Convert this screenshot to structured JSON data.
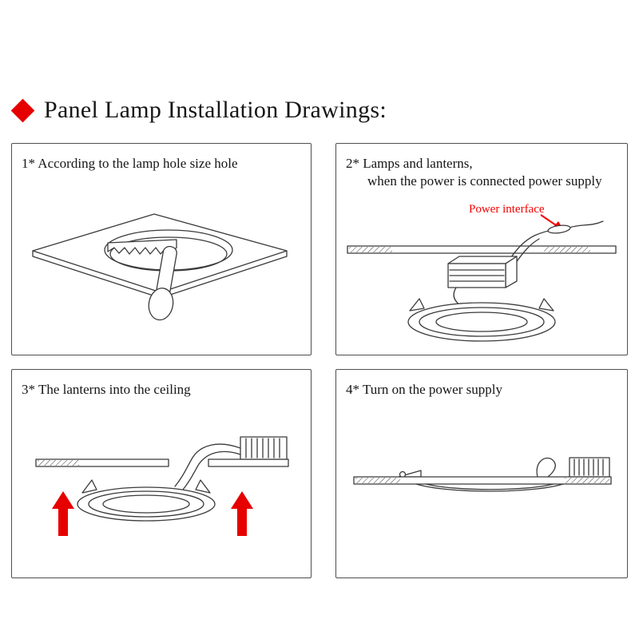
{
  "header": {
    "title": "Panel Lamp Installation Drawings:"
  },
  "steps": [
    {
      "id": "1",
      "label": "1*  According to the lamp hole size hole"
    },
    {
      "id": "2",
      "label_line1": "2*  Lamps and lanterns,",
      "label_line2": "when the power is connected power supply",
      "annotation": "Power interface"
    },
    {
      "id": "3",
      "label": "3*  The lanterns into the ceiling"
    },
    {
      "id": "4",
      "label": "4*  Turn on the power supply"
    }
  ],
  "colors": {
    "accent_red": "#e60000",
    "annotation_red": "#f40000",
    "line_color": "#3a3a3a"
  }
}
